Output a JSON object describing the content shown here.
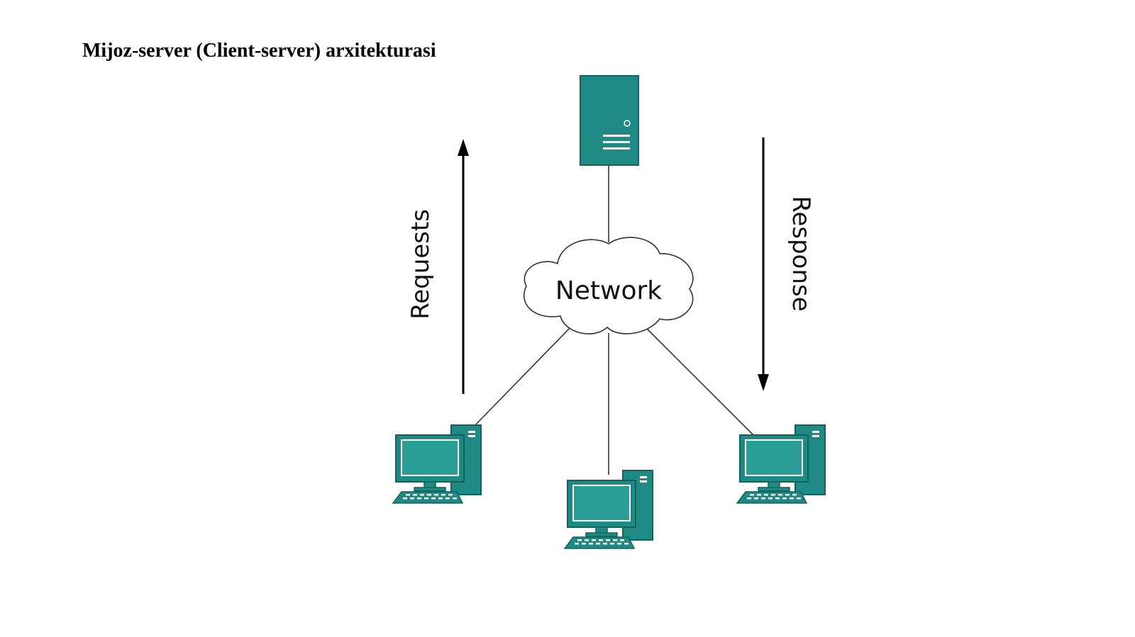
{
  "slide": {
    "title": "Mijoz-server (Client-server) arxitekturasi"
  },
  "diagram": {
    "network_label": "Network",
    "requests_label": "Requests",
    "response_label": "Response",
    "nodes": {
      "server": "server-icon",
      "clients": [
        "client-computer-icon",
        "client-computer-icon",
        "client-computer-icon"
      ]
    },
    "colors": {
      "device_fill": "#1e8a83",
      "device_dark": "#14625d",
      "screen": "#2a9d95",
      "line": "#333333",
      "arrow": "#000000"
    }
  }
}
